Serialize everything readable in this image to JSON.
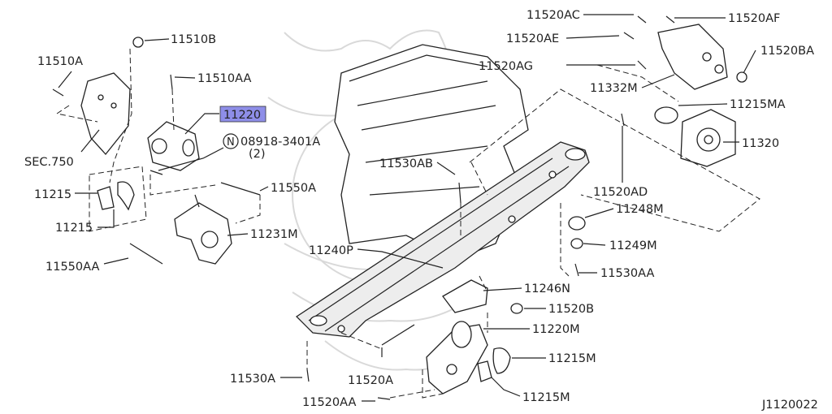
{
  "diagram_id": "J1120022",
  "labels": {
    "l11510B": "11510B",
    "l11510A": "11510A",
    "l11510AA": "11510AA",
    "l11220": "11220",
    "l08918": "08918-3401A",
    "l08918_qty": "(2)",
    "l08918_circle": "N",
    "lSEC750": "SEC.750",
    "l11215a": "11215",
    "l11215b": "11215",
    "l11550A": "11550A",
    "l11231M": "11231M",
    "l11550AA": "11550AA",
    "l11530AB": "11530AB",
    "l11240P": "11240P",
    "l11530A": "11530A",
    "l11520A": "11520A",
    "l11520AA": "11520AA",
    "l11520AC": "11520AC",
    "l11520AF": "11520AF",
    "l11520AE": "11520AE",
    "l11520BA": "11520BA",
    "l11520AG": "11520AG",
    "l11332M": "11332M",
    "l11215MA": "11215MA",
    "l11320": "11320",
    "l11520AD": "11520AD",
    "l11248M": "11248M",
    "l11249M": "11249M",
    "l11530AA": "11530AA",
    "l11246N": "11246N",
    "l11520B": "11520B",
    "l11220M": "11220M",
    "l11215Ma": "11215M",
    "l11215Mb": "11215M"
  },
  "highlight_color": "#8e8ee8"
}
